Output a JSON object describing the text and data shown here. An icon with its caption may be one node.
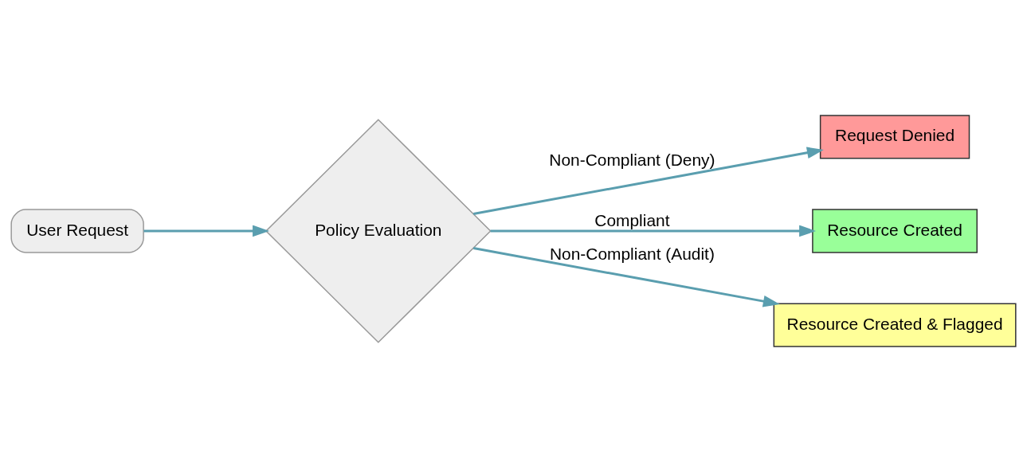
{
  "diagram": {
    "nodes": [
      {
        "text": [
          "User Request"
        ]
      },
      {
        "text": [
          "Policy Evaluation"
        ]
      },
      {
        "text": [
          "Request Denied"
        ]
      },
      {
        "text": [
          "Resource Created"
        ]
      },
      {
        "text": [
          "Resource Created & Flagged"
        ]
      }
    ],
    "edges": [
      {
        "from": 0,
        "to": 1,
        "arrow": "to"
      },
      {
        "from": 1,
        "to": 2,
        "arrow": "to",
        "label": "Non-Compliant (Deny)"
      },
      {
        "from": 1,
        "to": 3,
        "arrow": "to",
        "label": "Compliant"
      },
      {
        "from": 1,
        "to": 4,
        "arrow": "to",
        "label": "Non-Compliant (Audit)"
      }
    ]
  }
}
